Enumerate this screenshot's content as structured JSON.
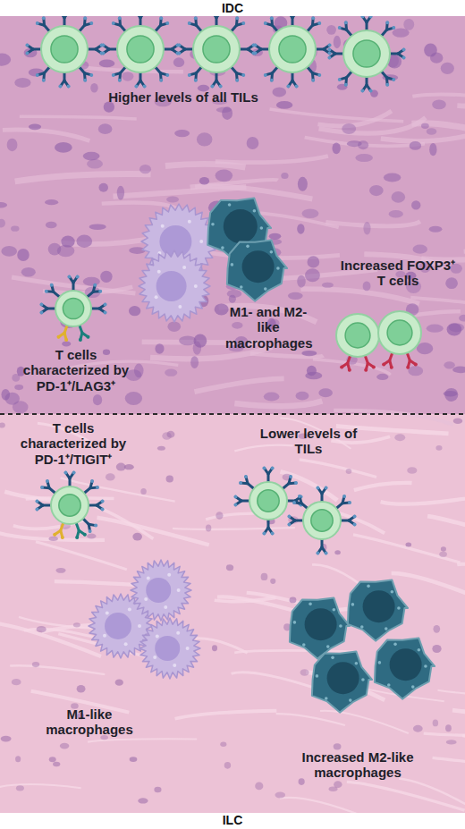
{
  "diagram": {
    "labels": [
      "IDC",
      "Higher levels of all TILs",
      "Increased FOXP3⁺ T cells",
      "M1- and M2-like macrophages",
      "T cells characterized by PD-1⁺/LAG3⁺",
      "T cells characterized by PD-1⁺/TIGIT⁺",
      "Lower levels of TILs",
      "M1-like macrophages",
      "Increased M2-like macrophages",
      "ILC"
    ]
  }
}
